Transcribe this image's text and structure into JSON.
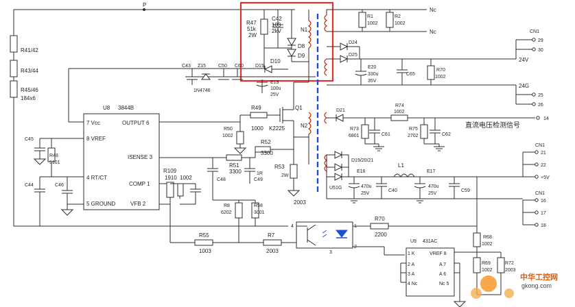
{
  "nets": {
    "p": "P",
    "nc1": "Nc",
    "nc2": "Nc",
    "v24": "24V",
    "v24g": "24G",
    "v5": "+5V",
    "v14": "14"
  },
  "labels": {
    "r4142": "R41/42",
    "r4344": "R43/44",
    "r4546": "R45/46",
    "r184": "184x6",
    "r47": "R47",
    "r47v": "51k",
    "r47w": "2W",
    "c42": "C42",
    "c42v": "103",
    "c42k": "2kV",
    "n1": "N1",
    "n2": "N2",
    "d8": "D8",
    "d9": "D9",
    "d10": "D10",
    "d15": "D15",
    "c43": "C43",
    "z15": "Z15",
    "z15v": "1N4746",
    "c50": "C50",
    "c60": "C60",
    "e19": "E19",
    "e19v": "100u",
    "e19vv": "25V",
    "r1": "R1",
    "r1v": "1002",
    "r2": "R2",
    "r2v": "1002",
    "d24": "D24",
    "d25": "D25",
    "e20": "E20",
    "e20v": "330u",
    "e20vv": "35V",
    "c65": "C65",
    "r70a": "R70",
    "r70av": "1002",
    "cn1a": "CN1",
    "pin29": "29",
    "pin30": "30",
    "pin25": "25",
    "pin26": "26",
    "u8": "U8",
    "u8p": "3844B",
    "vcc": "7 Vcc",
    "out": "OUTPUT 6",
    "vref": "8 VREF",
    "isense": "ISENSE 3",
    "rtct": "4 RT/CT",
    "comp": "COMP 1",
    "gnd": "5 GROUND",
    "vfb": "VFB 2",
    "c45": "C45",
    "r48": "R48",
    "r48v": "5101",
    "c44": "C44",
    "c46": "C46",
    "r109": "R109",
    "r109v": "1910",
    "r109v2": "1002",
    "r49": "R49",
    "r49v": "1000",
    "k2": "K2225",
    "q1": "Q1",
    "r50": "R50",
    "r50v": "1002",
    "r52": "R52",
    "r52v": "3300",
    "r51": "R51",
    "r51v": "3300",
    "c48": "C48",
    "c49": "C49",
    "r53": "R53",
    "r53v": "1R",
    "r53w": "2W",
    "v2003": "2003",
    "d21": "D21",
    "r74": "R74",
    "r74v": "1002",
    "r73": "R73",
    "r73v": "6801",
    "c61": "C61",
    "r75": "R75",
    "r75v": "2702",
    "c62": "C62",
    "note": "直流电压检测信号",
    "cn1b": "CN1",
    "pin21": "21",
    "pin22": "22",
    "d192021": "D19/20/21",
    "u51g": "U51G",
    "e16": "E16",
    "e16v": "470u",
    "e16vv": "25V",
    "l1": "L1",
    "c40": "C40",
    "e17": "E17",
    "e17v": "470u",
    "e17vv": "25V",
    "c59": "C59",
    "cn1c": "CN1",
    "pin16": "16",
    "pin17": "17",
    "pin18": "18",
    "r8": "R8",
    "r8v": "6202",
    "r58": "R58",
    "r58v": "3001",
    "r55": "R55",
    "r55v": "1003",
    "r7": "R7",
    "r7v": "2003",
    "r70b": "R70",
    "r70bv": "2200",
    "opt4": "4",
    "opt3": "3",
    "opt1": "1",
    "opt2": "2",
    "u9": "U9",
    "u9p": "431AC",
    "k1": "1 K",
    "a2": "2 A",
    "a3": "3 A",
    "nc4": "4 Nc",
    "vref8": "VREF 8",
    "a7": "A 7",
    "a6": "A 6",
    "nc5": "Nc 5",
    "r68": "R68",
    "r68v": "1002",
    "r69": "R69",
    "r69v": "1002",
    "r72": "R72",
    "r72v": "2003"
  },
  "watermark": {
    "line1": "中华工控网",
    "line2": "gkong.com"
  },
  "colors": {
    "highlight": "#e03030",
    "transformer": "#cc2200",
    "core": "#1f4fd1",
    "wire": "#2b2b2b"
  }
}
